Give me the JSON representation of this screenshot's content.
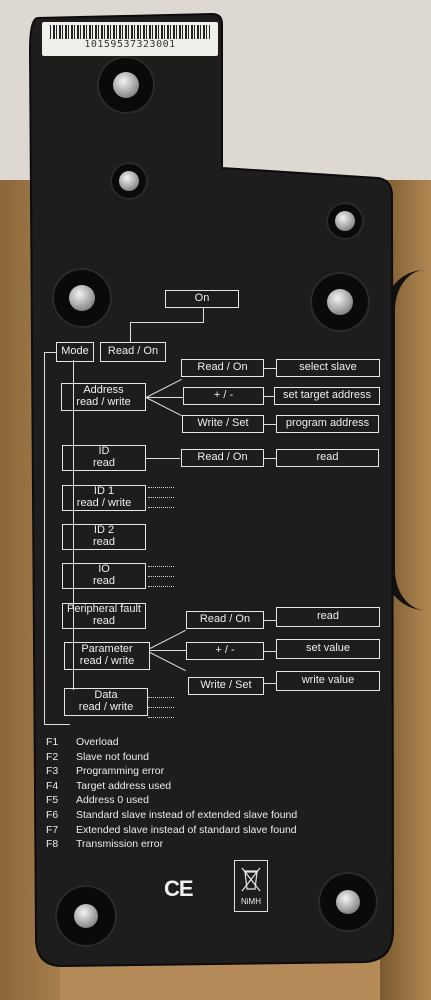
{
  "label_sticker": {
    "serial": "10159537323001"
  },
  "flow": {
    "on": "On",
    "mode": "Mode",
    "read_on": "Read / On",
    "address": [
      "Address",
      "read / write"
    ],
    "address_actions": [
      {
        "button": "Read / On",
        "result": "select slave"
      },
      {
        "button": "+ / -",
        "result": "set target address"
      },
      {
        "button": "Write / Set",
        "result": "program address"
      }
    ],
    "id": [
      "ID",
      "read"
    ],
    "id_action": {
      "button": "Read / On",
      "result": "read"
    },
    "id1": [
      "ID 1",
      "read / write"
    ],
    "id2": [
      "ID 2",
      "read"
    ],
    "io": [
      "IO",
      "read"
    ],
    "peripheral": [
      "Peripheral fault",
      "read"
    ],
    "parameter": [
      "Parameter",
      "read / write"
    ],
    "parameter_actions": [
      {
        "button": "Read / On",
        "result": "read"
      },
      {
        "button": "+ / -",
        "result": "set value"
      },
      {
        "button": "Write / Set",
        "result": "write value"
      }
    ],
    "data": [
      "Data",
      "read / write"
    ]
  },
  "errors": [
    {
      "code": "F1",
      "text": "Overload"
    },
    {
      "code": "F2",
      "text": "Slave not found"
    },
    {
      "code": "F3",
      "text": "Programming error"
    },
    {
      "code": "F4",
      "text": "Target address used"
    },
    {
      "code": "F5",
      "text": "Address 0 used"
    },
    {
      "code": "F6",
      "text": "Standard slave instead of extended slave found"
    },
    {
      "code": "F7",
      "text": "Extended slave instead of standard slave found"
    },
    {
      "code": "F8",
      "text": "Transmission error"
    }
  ],
  "marks": {
    "ce": "CE",
    "battery": "NiMH"
  },
  "colors": {
    "panel": "#1c1c1c",
    "print": "#e6e6e6",
    "cardboard": "#b48a58"
  }
}
